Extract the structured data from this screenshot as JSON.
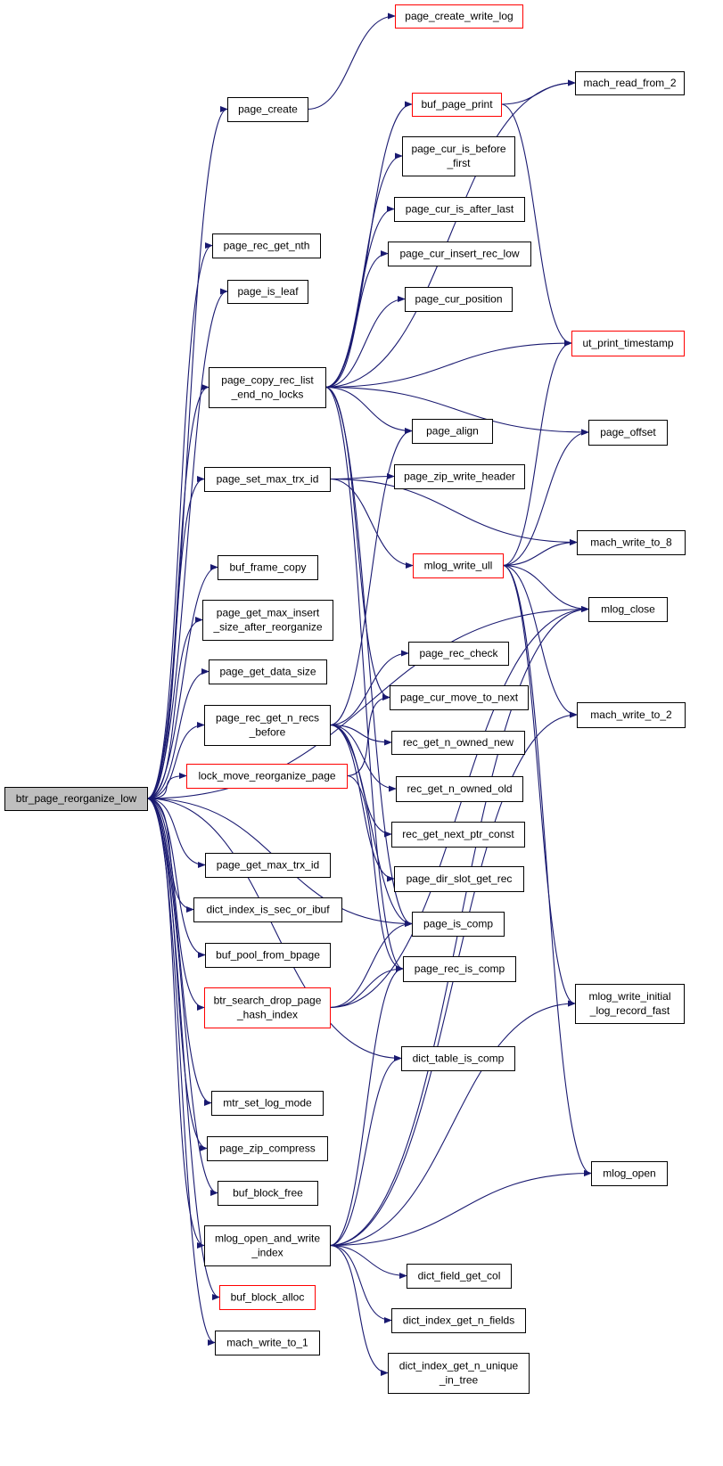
{
  "colors": {
    "edge": "#191970",
    "node_border": "#000000",
    "incomplete_border": "#ff0000",
    "root_fill": "#bfbfbf"
  },
  "nodes": {
    "btr_page_reorganize_low": {
      "lines": [
        "btr_page_reorganize_low"
      ],
      "kind": "root"
    },
    "page_create_write_log": {
      "lines": [
        "page_create_write_log"
      ],
      "kind": "red"
    },
    "page_create": {
      "lines": [
        "page_create"
      ],
      "kind": "normal"
    },
    "mach_read_from_2": {
      "lines": [
        "mach_read_from_2"
      ],
      "kind": "normal"
    },
    "buf_page_print": {
      "lines": [
        "buf_page_print"
      ],
      "kind": "red"
    },
    "page_cur_is_before_first": {
      "lines": [
        "page_cur_is_before",
        "_first"
      ],
      "kind": "normal"
    },
    "page_cur_is_after_last": {
      "lines": [
        "page_cur_is_after_last"
      ],
      "kind": "normal"
    },
    "page_rec_get_nth": {
      "lines": [
        "page_rec_get_nth"
      ],
      "kind": "normal"
    },
    "page_cur_insert_rec_low": {
      "lines": [
        "page_cur_insert_rec_low"
      ],
      "kind": "normal"
    },
    "page_is_leaf": {
      "lines": [
        "page_is_leaf"
      ],
      "kind": "normal"
    },
    "page_cur_position": {
      "lines": [
        "page_cur_position"
      ],
      "kind": "normal"
    },
    "ut_print_timestamp": {
      "lines": [
        "ut_print_timestamp"
      ],
      "kind": "red"
    },
    "page_copy_rec_list_end_no_locks": {
      "lines": [
        "page_copy_rec_list",
        "_end_no_locks"
      ],
      "kind": "normal"
    },
    "page_align": {
      "lines": [
        "page_align"
      ],
      "kind": "normal"
    },
    "page_offset": {
      "lines": [
        "page_offset"
      ],
      "kind": "normal"
    },
    "page_zip_write_header": {
      "lines": [
        "page_zip_write_header"
      ],
      "kind": "normal"
    },
    "page_set_max_trx_id": {
      "lines": [
        "page_set_max_trx_id"
      ],
      "kind": "normal"
    },
    "mach_write_to_8": {
      "lines": [
        "mach_write_to_8"
      ],
      "kind": "normal"
    },
    "mlog_write_ull": {
      "lines": [
        "mlog_write_ull"
      ],
      "kind": "red"
    },
    "buf_frame_copy": {
      "lines": [
        "buf_frame_copy"
      ],
      "kind": "normal"
    },
    "mlog_close": {
      "lines": [
        "mlog_close"
      ],
      "kind": "normal"
    },
    "page_get_max_insert_size_after_reorganize": {
      "lines": [
        "page_get_max_insert",
        "_size_after_reorganize"
      ],
      "kind": "normal"
    },
    "page_rec_check": {
      "lines": [
        "page_rec_check"
      ],
      "kind": "normal"
    },
    "page_get_data_size": {
      "lines": [
        "page_get_data_size"
      ],
      "kind": "normal"
    },
    "page_cur_move_to_next": {
      "lines": [
        "page_cur_move_to_next"
      ],
      "kind": "normal"
    },
    "mach_write_to_2": {
      "lines": [
        "mach_write_to_2"
      ],
      "kind": "normal"
    },
    "page_rec_get_n_recs_before": {
      "lines": [
        "page_rec_get_n_recs",
        "_before"
      ],
      "kind": "normal"
    },
    "rec_get_n_owned_new": {
      "lines": [
        "rec_get_n_owned_new"
      ],
      "kind": "normal"
    },
    "lock_move_reorganize_page": {
      "lines": [
        "lock_move_reorganize_page"
      ],
      "kind": "red"
    },
    "rec_get_n_owned_old": {
      "lines": [
        "rec_get_n_owned_old"
      ],
      "kind": "normal"
    },
    "rec_get_next_ptr_const": {
      "lines": [
        "rec_get_next_ptr_const"
      ],
      "kind": "normal"
    },
    "page_get_max_trx_id": {
      "lines": [
        "page_get_max_trx_id"
      ],
      "kind": "normal"
    },
    "page_dir_slot_get_rec": {
      "lines": [
        "page_dir_slot_get_rec"
      ],
      "kind": "normal"
    },
    "dict_index_is_sec_or_ibuf": {
      "lines": [
        "dict_index_is_sec_or_ibuf"
      ],
      "kind": "normal"
    },
    "page_is_comp": {
      "lines": [
        "page_is_comp"
      ],
      "kind": "normal"
    },
    "buf_pool_from_bpage": {
      "lines": [
        "buf_pool_from_bpage"
      ],
      "kind": "normal"
    },
    "page_rec_is_comp": {
      "lines": [
        "page_rec_is_comp"
      ],
      "kind": "normal"
    },
    "mlog_write_initial_log_record_fast": {
      "lines": [
        "mlog_write_initial",
        "_log_record_fast"
      ],
      "kind": "normal"
    },
    "btr_search_drop_page_hash_index": {
      "lines": [
        "btr_search_drop_page",
        "_hash_index"
      ],
      "kind": "red"
    },
    "dict_table_is_comp": {
      "lines": [
        "dict_table_is_comp"
      ],
      "kind": "normal"
    },
    "mtr_set_log_mode": {
      "lines": [
        "mtr_set_log_mode"
      ],
      "kind": "normal"
    },
    "page_zip_compress": {
      "lines": [
        "page_zip_compress"
      ],
      "kind": "normal"
    },
    "mlog_open": {
      "lines": [
        "mlog_open"
      ],
      "kind": "normal"
    },
    "buf_block_free": {
      "lines": [
        "buf_block_free"
      ],
      "kind": "normal"
    },
    "mlog_open_and_write_index": {
      "lines": [
        "mlog_open_and_write",
        "_index"
      ],
      "kind": "normal"
    },
    "dict_field_get_col": {
      "lines": [
        "dict_field_get_col"
      ],
      "kind": "normal"
    },
    "buf_block_alloc": {
      "lines": [
        "buf_block_alloc"
      ],
      "kind": "red"
    },
    "dict_index_get_n_fields": {
      "lines": [
        "dict_index_get_n_fields"
      ],
      "kind": "normal"
    },
    "mach_write_to_1": {
      "lines": [
        "mach_write_to_1"
      ],
      "kind": "normal"
    },
    "dict_index_get_n_unique_in_tree": {
      "lines": [
        "dict_index_get_n_unique",
        "_in_tree"
      ],
      "kind": "normal"
    }
  },
  "edges": [
    [
      "btr_page_reorganize_low",
      "page_create"
    ],
    [
      "btr_page_reorganize_low",
      "page_rec_get_nth"
    ],
    [
      "btr_page_reorganize_low",
      "page_is_leaf"
    ],
    [
      "btr_page_reorganize_low",
      "page_copy_rec_list_end_no_locks"
    ],
    [
      "btr_page_reorganize_low",
      "page_set_max_trx_id"
    ],
    [
      "btr_page_reorganize_low",
      "buf_frame_copy"
    ],
    [
      "btr_page_reorganize_low",
      "page_get_max_insert_size_after_reorganize"
    ],
    [
      "btr_page_reorganize_low",
      "page_get_data_size"
    ],
    [
      "btr_page_reorganize_low",
      "page_rec_get_n_recs_before"
    ],
    [
      "btr_page_reorganize_low",
      "lock_move_reorganize_page"
    ],
    [
      "btr_page_reorganize_low",
      "page_get_max_trx_id"
    ],
    [
      "btr_page_reorganize_low",
      "dict_index_is_sec_or_ibuf"
    ],
    [
      "btr_page_reorganize_low",
      "buf_pool_from_bpage"
    ],
    [
      "btr_page_reorganize_low",
      "btr_search_drop_page_hash_index"
    ],
    [
      "btr_page_reorganize_low",
      "mtr_set_log_mode"
    ],
    [
      "btr_page_reorganize_low",
      "page_zip_compress"
    ],
    [
      "btr_page_reorganize_low",
      "buf_block_free"
    ],
    [
      "btr_page_reorganize_low",
      "mlog_open_and_write_index"
    ],
    [
      "btr_page_reorganize_low",
      "buf_block_alloc"
    ],
    [
      "btr_page_reorganize_low",
      "mach_write_to_1"
    ],
    [
      "btr_page_reorganize_low",
      "page_is_comp"
    ],
    [
      "btr_page_reorganize_low",
      "dict_table_is_comp"
    ],
    [
      "btr_page_reorganize_low",
      "mlog_close"
    ],
    [
      "page_create",
      "page_create_write_log"
    ],
    [
      "buf_page_print",
      "mach_read_from_2"
    ],
    [
      "buf_page_print",
      "ut_print_timestamp"
    ],
    [
      "page_copy_rec_list_end_no_locks",
      "buf_page_print"
    ],
    [
      "page_copy_rec_list_end_no_locks",
      "mach_read_from_2"
    ],
    [
      "page_copy_rec_list_end_no_locks",
      "page_cur_is_before_first"
    ],
    [
      "page_copy_rec_list_end_no_locks",
      "page_cur_is_after_last"
    ],
    [
      "page_copy_rec_list_end_no_locks",
      "page_cur_insert_rec_low"
    ],
    [
      "page_copy_rec_list_end_no_locks",
      "page_cur_position"
    ],
    [
      "page_copy_rec_list_end_no_locks",
      "ut_print_timestamp"
    ],
    [
      "page_copy_rec_list_end_no_locks",
      "page_align"
    ],
    [
      "page_copy_rec_list_end_no_locks",
      "page_offset"
    ],
    [
      "page_copy_rec_list_end_no_locks",
      "page_cur_move_to_next"
    ],
    [
      "page_copy_rec_list_end_no_locks",
      "page_is_comp"
    ],
    [
      "page_copy_rec_list_end_no_locks",
      "page_rec_is_comp"
    ],
    [
      "page_set_max_trx_id",
      "page_zip_write_header"
    ],
    [
      "page_set_max_trx_id",
      "mach_write_to_8"
    ],
    [
      "page_set_max_trx_id",
      "mlog_write_ull"
    ],
    [
      "mlog_write_ull",
      "page_offset"
    ],
    [
      "mlog_write_ull",
      "mach_write_to_8"
    ],
    [
      "mlog_write_ull",
      "mlog_close"
    ],
    [
      "mlog_write_ull",
      "mach_write_to_2"
    ],
    [
      "mlog_write_ull",
      "mlog_write_initial_log_record_fast"
    ],
    [
      "mlog_write_ull",
      "mlog_open"
    ],
    [
      "mlog_write_ull",
      "ut_print_timestamp"
    ],
    [
      "page_rec_get_n_recs_before",
      "page_rec_check"
    ],
    [
      "page_rec_get_n_recs_before",
      "page_align"
    ],
    [
      "page_rec_get_n_recs_before",
      "rec_get_n_owned_new"
    ],
    [
      "page_rec_get_n_recs_before",
      "rec_get_n_owned_old"
    ],
    [
      "page_rec_get_n_recs_before",
      "rec_get_next_ptr_const"
    ],
    [
      "page_rec_get_n_recs_before",
      "page_dir_slot_get_rec"
    ],
    [
      "page_rec_get_n_recs_before",
      "page_is_comp"
    ],
    [
      "lock_move_reorganize_page",
      "page_cur_move_to_next"
    ],
    [
      "lock_move_reorganize_page",
      "page_rec_is_comp"
    ],
    [
      "btr_search_drop_page_hash_index",
      "page_is_comp"
    ],
    [
      "btr_search_drop_page_hash_index",
      "page_rec_is_comp"
    ],
    [
      "btr_search_drop_page_hash_index",
      "mlog_close"
    ],
    [
      "mlog_open_and_write_index",
      "dict_table_is_comp"
    ],
    [
      "mlog_open_and_write_index",
      "page_rec_is_comp"
    ],
    [
      "mlog_open_and_write_index",
      "mlog_write_initial_log_record_fast"
    ],
    [
      "mlog_open_and_write_index",
      "mlog_open"
    ],
    [
      "mlog_open_and_write_index",
      "mach_write_to_2"
    ],
    [
      "mlog_open_and_write_index",
      "mlog_close"
    ],
    [
      "mlog_open_and_write_index",
      "dict_field_get_col"
    ],
    [
      "mlog_open_and_write_index",
      "dict_index_get_n_fields"
    ],
    [
      "mlog_open_and_write_index",
      "dict_index_get_n_unique_in_tree"
    ]
  ]
}
